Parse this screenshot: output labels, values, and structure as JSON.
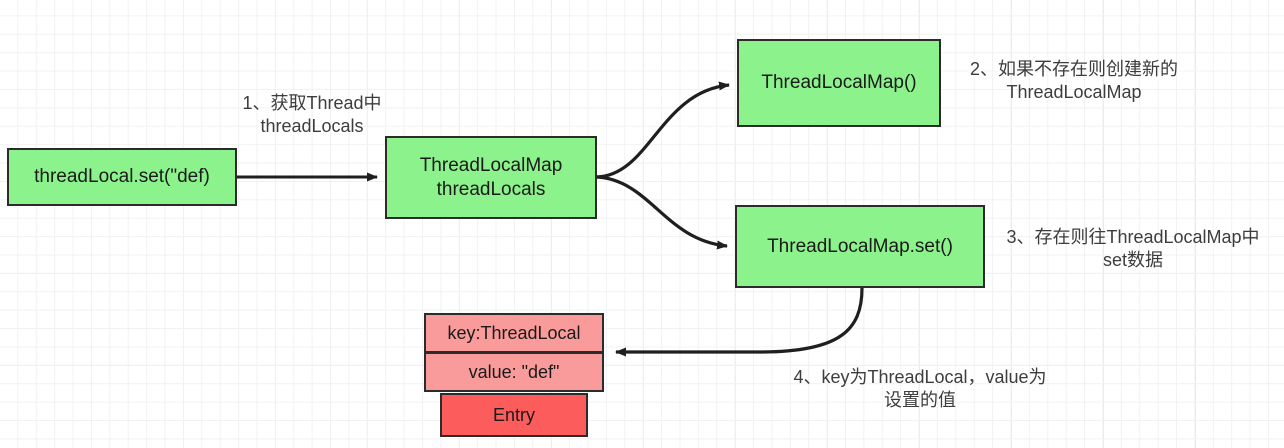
{
  "diagram": {
    "title": "ThreadLocal set flow",
    "colors": {
      "box_green": "#8cf28c",
      "entry_row_pink": "#f99b9b",
      "entry_label_red": "#fc5c5c",
      "stroke": "#2b2b2b",
      "annotation_text": "#3d3d3d",
      "grid_line": "#e6e6e6"
    },
    "nodes": {
      "set_call": "threadLocal.set(\"def)",
      "thread_locals": "ThreadLocalMap\nthreadLocals",
      "map_constructor": "ThreadLocalMap()",
      "map_set": "ThreadLocalMap.set()"
    },
    "entry": {
      "key": "key:ThreadLocal",
      "value": "value: \"def\"",
      "label": "Entry"
    },
    "annotations": {
      "step1": "1、获取Thread中\nthreadLocals",
      "step2": "2、如果不存在则创建新的\nThreadLocalMap",
      "step3": "3、存在则往ThreadLocalMap中\nset数据",
      "step4": "4、key为ThreadLocal，value为\n设置的值"
    }
  }
}
